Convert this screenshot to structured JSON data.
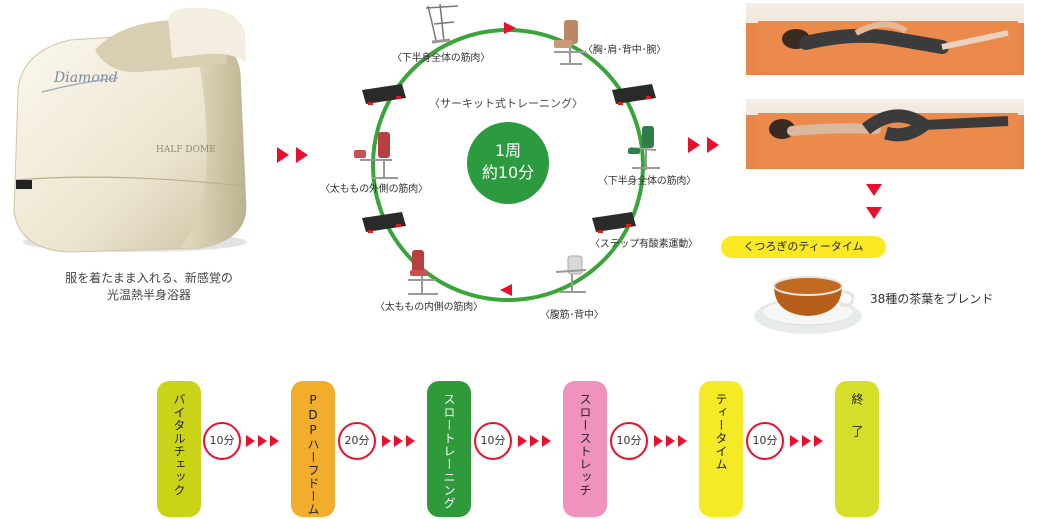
{
  "device": {
    "brand": "Diamond",
    "model": "HALF DOME",
    "caption_line1": "服を着たまま入れる、新感覚の",
    "caption_line2": "光温熱半身浴器"
  },
  "circuit": {
    "title": "〈サーキット式トレーニング〉",
    "center_line1": "1周",
    "center_line2": "約10分",
    "labels": {
      "top_left": "〈下半身全体の筋肉〉",
      "top_right": "〈胸･肩･背中･腕〉",
      "right": "〈下半身全体の筋肉〉",
      "step": "〈ステップ有酸素運動〉",
      "bottom_right": "〈腹筋･背中〉",
      "bottom_left": "〈太ももの内側の筋肉〉",
      "left": "〈太ももの外側の筋肉〉"
    }
  },
  "tea": {
    "pill": "くつろぎのティータイム",
    "note": "38種の茶葉をブレンド"
  },
  "timeline": {
    "stages": [
      {
        "label": "バイタルチェック",
        "color": "#c9d419"
      },
      {
        "label": "PDPハーフドーム",
        "color": "#f2ad2c"
      },
      {
        "label": "スロートレーニング",
        "color": "#2f9a3a"
      },
      {
        "label": "スローストレッチ",
        "color": "#ef93bd"
      },
      {
        "label": "ティータイム",
        "color": "#f4ea25"
      },
      {
        "label": "終　了",
        "color": "#d5df2a"
      }
    ],
    "durations": [
      "10分",
      "20分",
      "10分",
      "10分",
      "10分"
    ]
  },
  "colors": {
    "accent_red": "#e8112d",
    "circuit_green": "#2c9b3f",
    "tea_yellow": "#fbe923"
  }
}
